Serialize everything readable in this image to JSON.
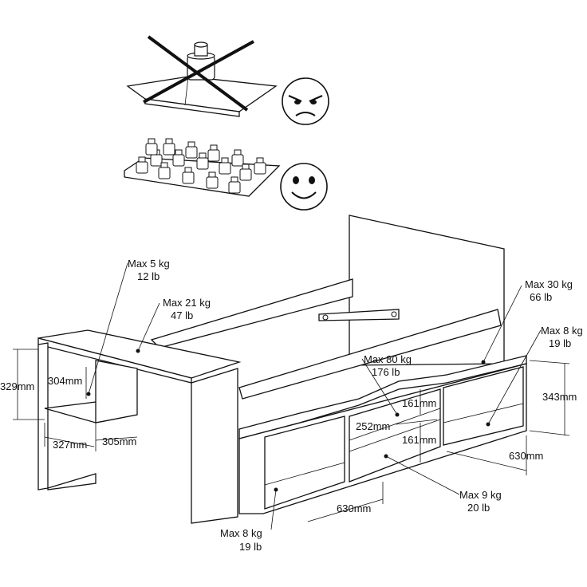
{
  "colors": {
    "ink": "#111111",
    "background": "#ffffff"
  },
  "warning_icons": {
    "wrong": {
      "face": "angry-face-icon",
      "mark": "x-cross-icon",
      "load": "single-heavy-weight-icon"
    },
    "right": {
      "face": "happy-face-icon",
      "load": "distributed-weights-icon"
    }
  },
  "loads": {
    "top_shelf": {
      "kg": "Max 5 kg",
      "lb": "12 lb"
    },
    "desk_top": {
      "kg": "Max 21 kg",
      "lb": "47 lb"
    },
    "bed_top": {
      "kg": "Max 30 kg",
      "lb": "66 lb"
    },
    "right_shelf": {
      "kg": "Max 8 kg",
      "lb": "19 lb"
    },
    "bed_base": {
      "kg": "Max 80 kg",
      "lb": "176 lb"
    },
    "middle_shelf": {
      "kg": "Max 9 kg",
      "lb": "20 lb"
    },
    "left_shelf": {
      "kg": "Max 8 kg",
      "lb": "19 lb"
    }
  },
  "dimensions": {
    "desk_height": "329mm",
    "desk_shelf_depth": "304mm",
    "desk_shelf_width": "327mm",
    "desk_gap": "305mm",
    "right_height": "343mm",
    "right_width": "630mm",
    "left_width": "630mm",
    "step_height_top": "161mm",
    "step_height_bottom": "161mm",
    "middle_depth": "252mm"
  }
}
